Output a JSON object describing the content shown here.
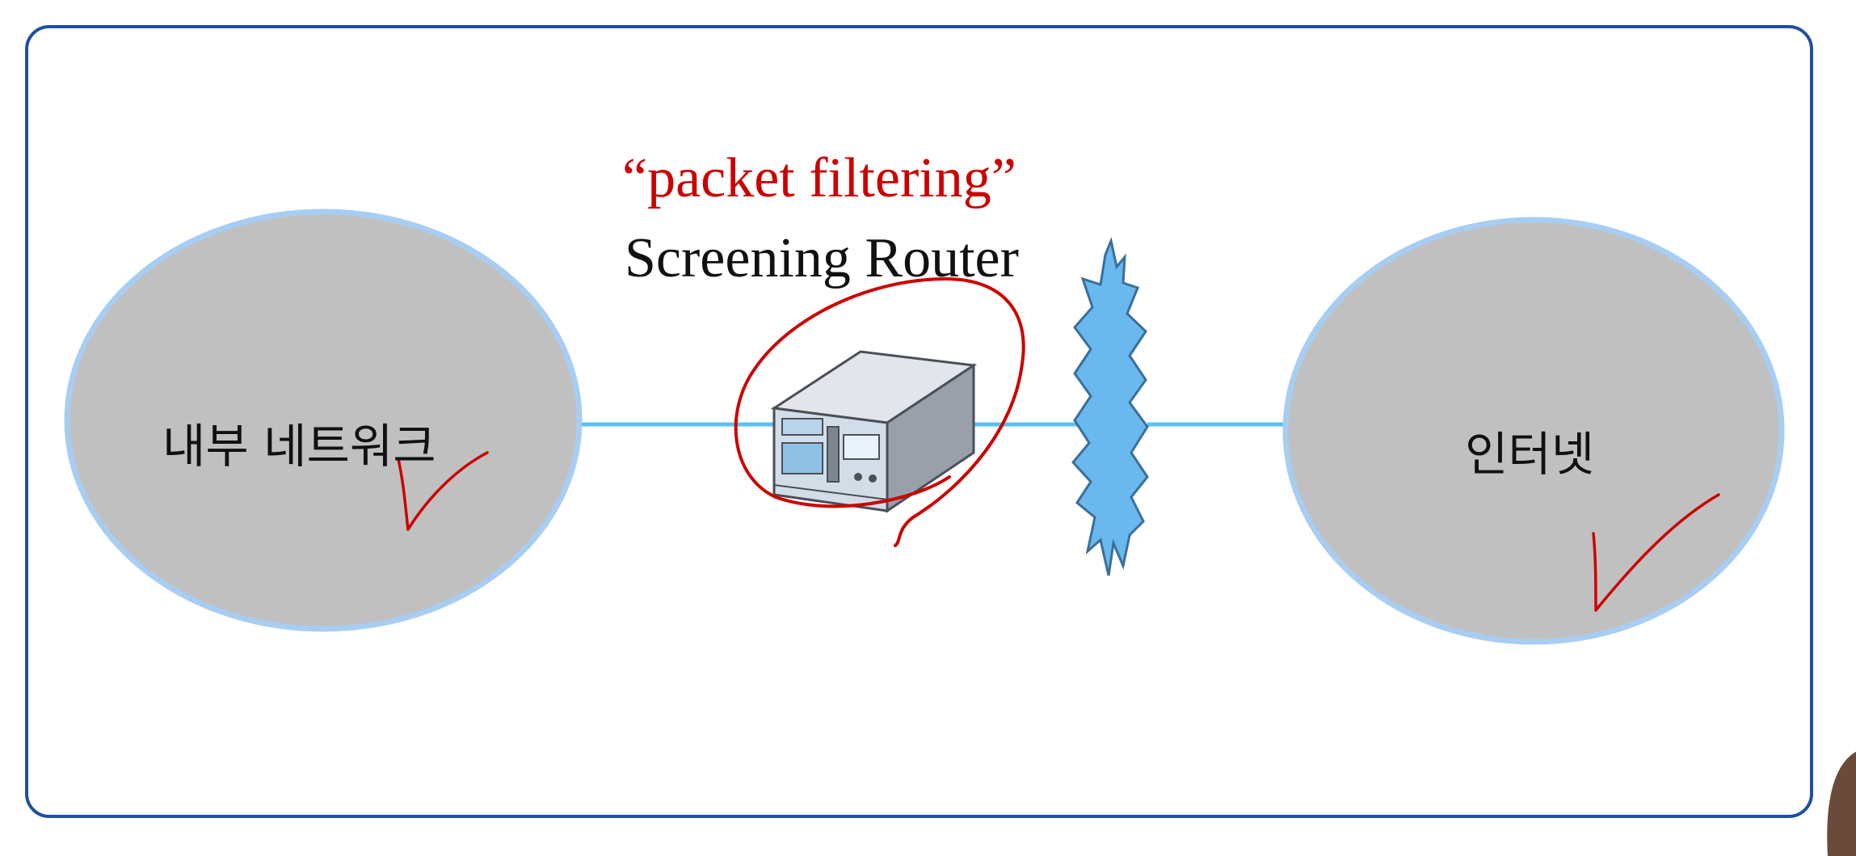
{
  "diagram": {
    "annotation_quote": "“packet filtering”",
    "router_label": "Screening Router",
    "internal_network_label": "내부 네트워크",
    "internet_label": "인터넷"
  },
  "colors": {
    "frame_border": "#1f4fa3",
    "ellipse_fill": "#c0c0c0",
    "ellipse_stroke": "#a7cdf2",
    "link_line": "#5cc0ee",
    "firewall_fill": "#69b9ee",
    "annotation_red": "#cc0000",
    "router_body": "#c9ced6"
  },
  "icons": {
    "router": "router-device-icon",
    "firewall": "firewall-burst-icon"
  }
}
